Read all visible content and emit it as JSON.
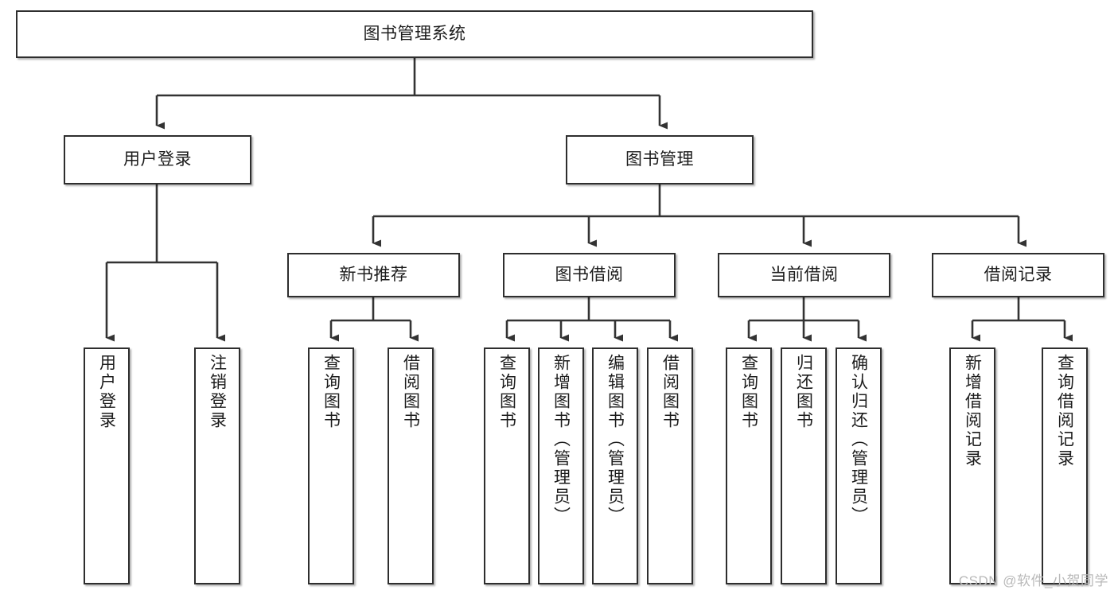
{
  "diagram": {
    "title": "图书管理系统",
    "type": "tree-hierarchy-chart",
    "colors": {
      "box_border": "#2e2e2e",
      "box_fill": "#ffffff",
      "connector": "#333333",
      "text": "#1c1c1c",
      "watermark": "#b9b9b9",
      "background": "#ffffff"
    },
    "watermark": "CSDN @软件_小贺同学",
    "levels": {
      "root": {
        "label": "图书管理系统"
      },
      "level2": [
        {
          "label": "用户登录"
        },
        {
          "label": "图书管理"
        }
      ],
      "level3": [
        {
          "label": "新书推荐"
        },
        {
          "label": "图书借阅"
        },
        {
          "label": "当前借阅"
        },
        {
          "label": "借阅记录"
        }
      ],
      "leaves": {
        "user_login": [
          {
            "label": "用户登录"
          },
          {
            "label": "注销登录"
          }
        ],
        "new_book_recommend": [
          {
            "label": "查询图书"
          },
          {
            "label": "借阅图书"
          }
        ],
        "book_borrow": [
          {
            "label": "查询图书"
          },
          {
            "label": "新增图书（管理员）"
          },
          {
            "label": "编辑图书（管理员）"
          },
          {
            "label": "借阅图书"
          }
        ],
        "current_borrow": [
          {
            "label": "查询图书"
          },
          {
            "label": "归还图书"
          },
          {
            "label": "确认归还（管理员）"
          }
        ],
        "borrow_record": [
          {
            "label": "新增借阅记录"
          },
          {
            "label": "查询借阅记录"
          }
        ]
      }
    }
  }
}
